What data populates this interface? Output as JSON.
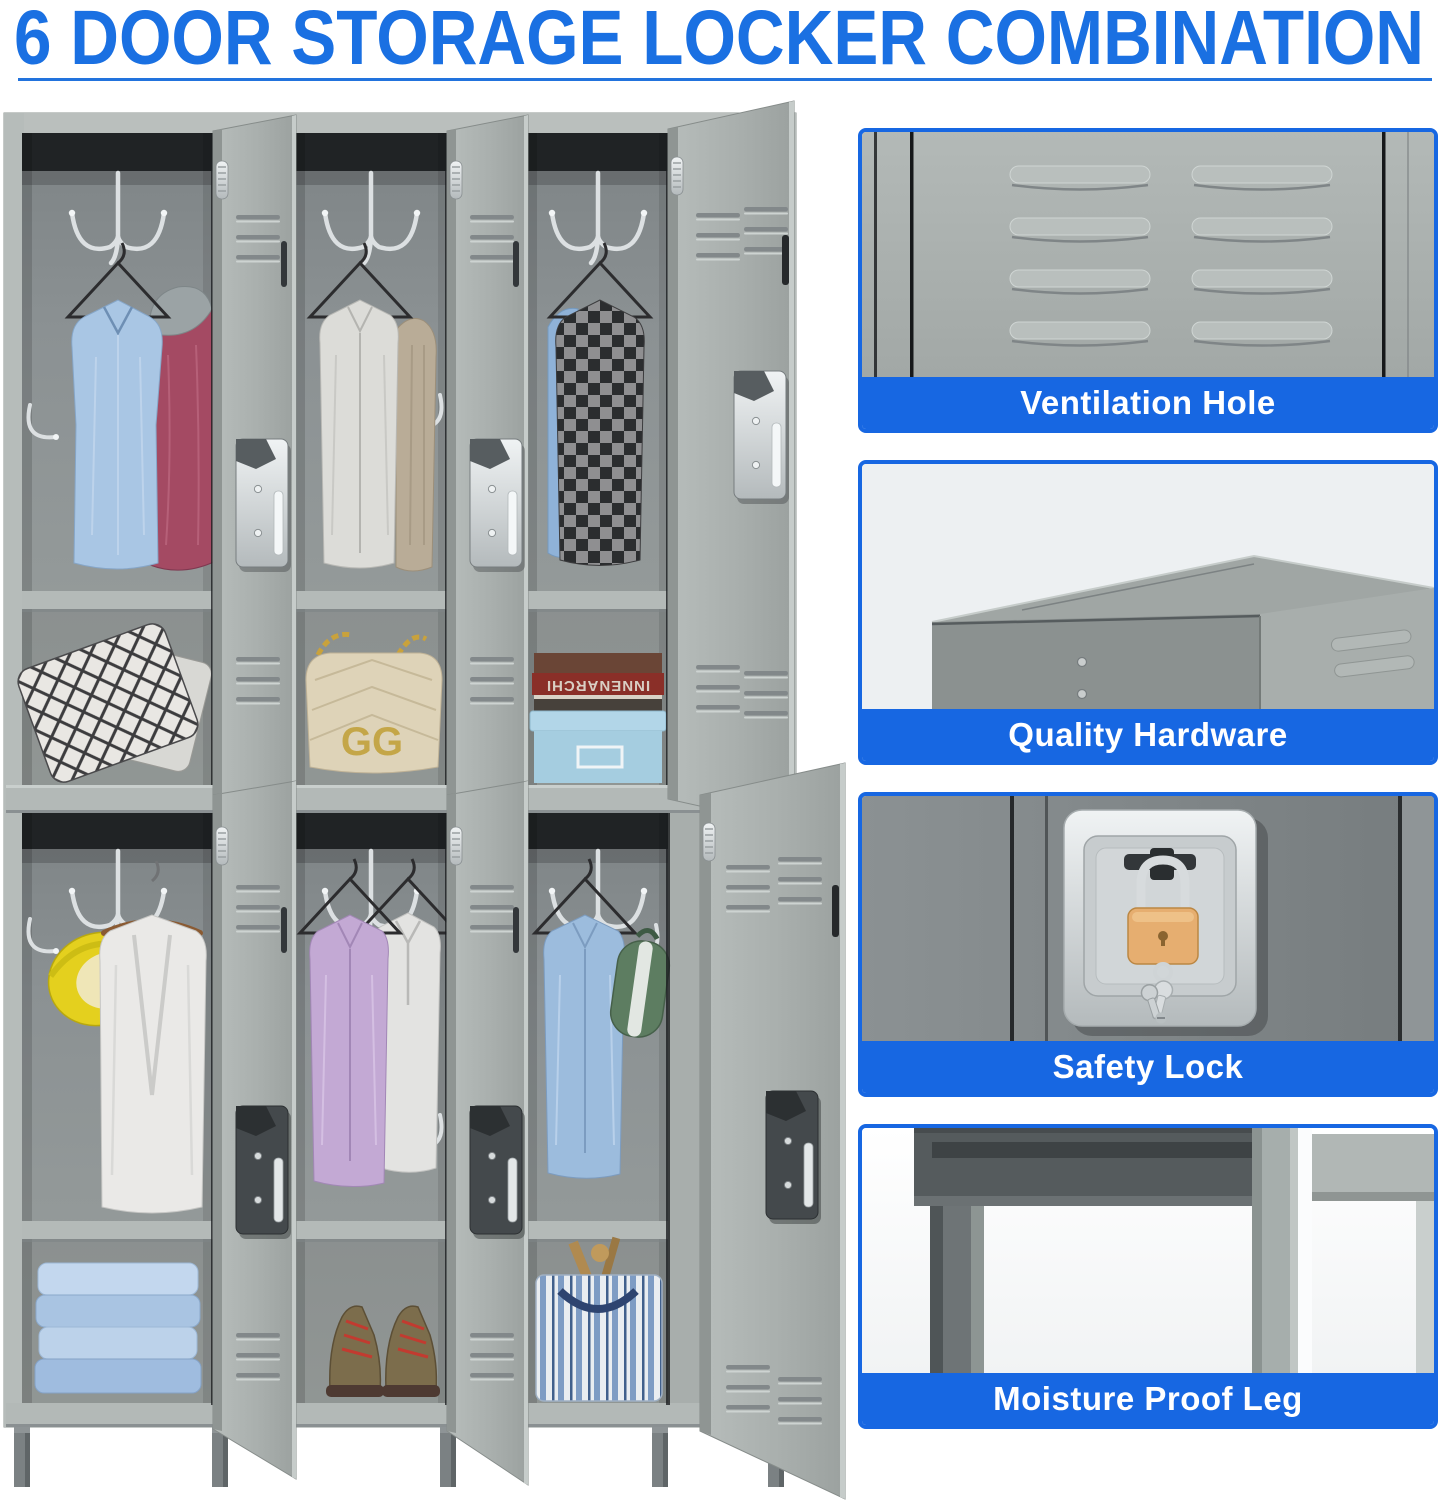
{
  "title": "6 DOOR STORAGE LOCKER COMBINATION",
  "colors": {
    "accent_blue": "#1767e2",
    "title_blue": "#1a70e2",
    "locker_gray": "#aab0ae",
    "dark_door_gray": "#7e8486",
    "padlock_orange": "#e6ae70"
  },
  "features": [
    {
      "label": "Ventilation Hole"
    },
    {
      "label": "Quality Hardware"
    },
    {
      "label": "Safety Lock"
    },
    {
      "label": "Moisture Proof Leg"
    }
  ],
  "locker_photo": {
    "book_spine_text": "INNENARCHI",
    "bag_monogram": "GG"
  }
}
